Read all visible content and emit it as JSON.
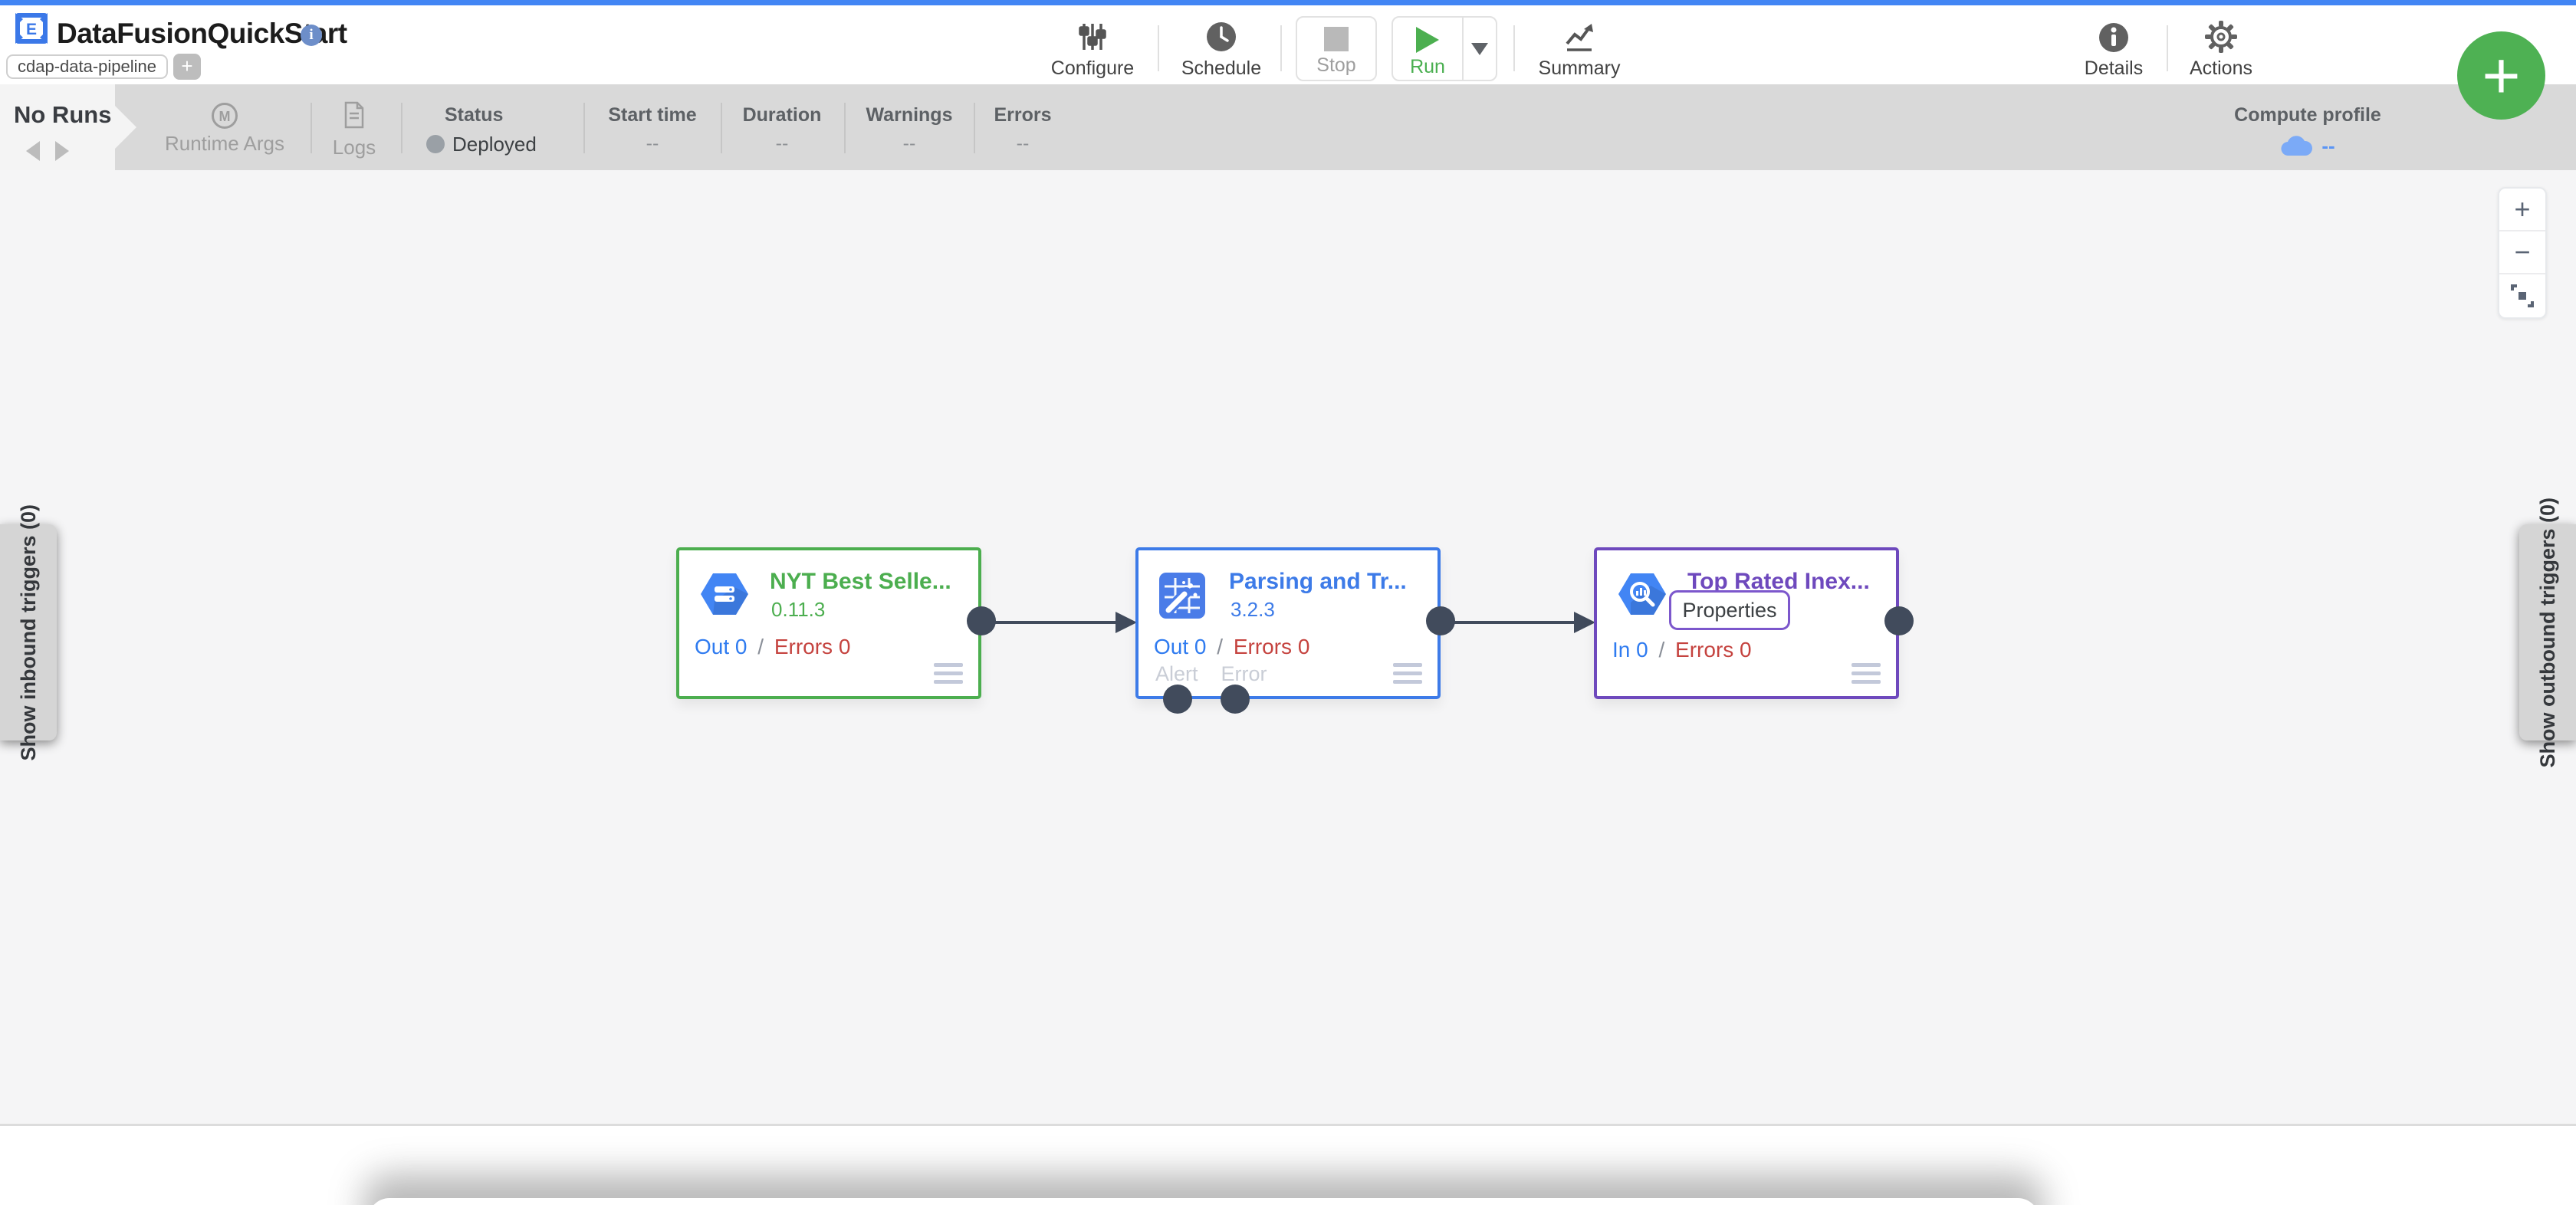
{
  "header": {
    "title": "DataFusionQuickStart",
    "title_info_glyph": "i",
    "engine_tag": "cdap-data-pipeline",
    "add_tag_glyph": "+",
    "toolbar": {
      "configure_label": "Configure",
      "schedule_label": "Schedule",
      "stop_label": "Stop",
      "run_label": "Run",
      "summary_label": "Summary",
      "details_label": "Details",
      "actions_label": "Actions"
    }
  },
  "statusbar": {
    "runs_label": "No Runs",
    "runtime_args_label": "Runtime Args",
    "runtime_args_icon_glyph": "M",
    "logs_label": "Logs",
    "status_label": "Status",
    "status_value": "Deployed",
    "metrics": [
      {
        "label": "Start time",
        "value": "--"
      },
      {
        "label": "Duration",
        "value": "--"
      },
      {
        "label": "Warnings",
        "value": "--"
      },
      {
        "label": "Errors",
        "value": "--"
      }
    ],
    "compute_profile_label": "Compute profile",
    "compute_profile_value": "--"
  },
  "canvas": {
    "zoom_in_glyph": "+",
    "zoom_out_glyph": "−",
    "left_tab_label": "Show inbound triggers (0)",
    "right_tab_label": "Show outbound triggers (0)",
    "fab_glyph": "+",
    "metric_separator": "/",
    "nodes": [
      {
        "title": "NYT Best Selle...",
        "version": "0.11.3",
        "out_metric": "Out 0",
        "errors_metric": "Errors 0",
        "accent_color": "#4cae4f"
      },
      {
        "title": "Parsing and Tr...",
        "version": "3.2.3",
        "out_metric": "Out 0",
        "errors_metric": "Errors 0",
        "alert_port_label": "Alert",
        "error_port_label": "Error",
        "accent_color": "#3d7be8"
      },
      {
        "title": "Top Rated Inex...",
        "properties_label": "Properties",
        "in_metric": "In 0",
        "errors_metric": "Errors 0",
        "accent_color": "#6e49bd"
      }
    ]
  },
  "colors": {
    "accent_bar": "#4285f4",
    "statusbar_bg": "#d9d9d9",
    "canvas_bg": "#f5f5f6",
    "run_green": "#4caf50",
    "fab_green": "#4eb153",
    "port_slate": "#414b5c",
    "metric_blue": "#2f7bf0",
    "metric_red": "#c5433f"
  }
}
